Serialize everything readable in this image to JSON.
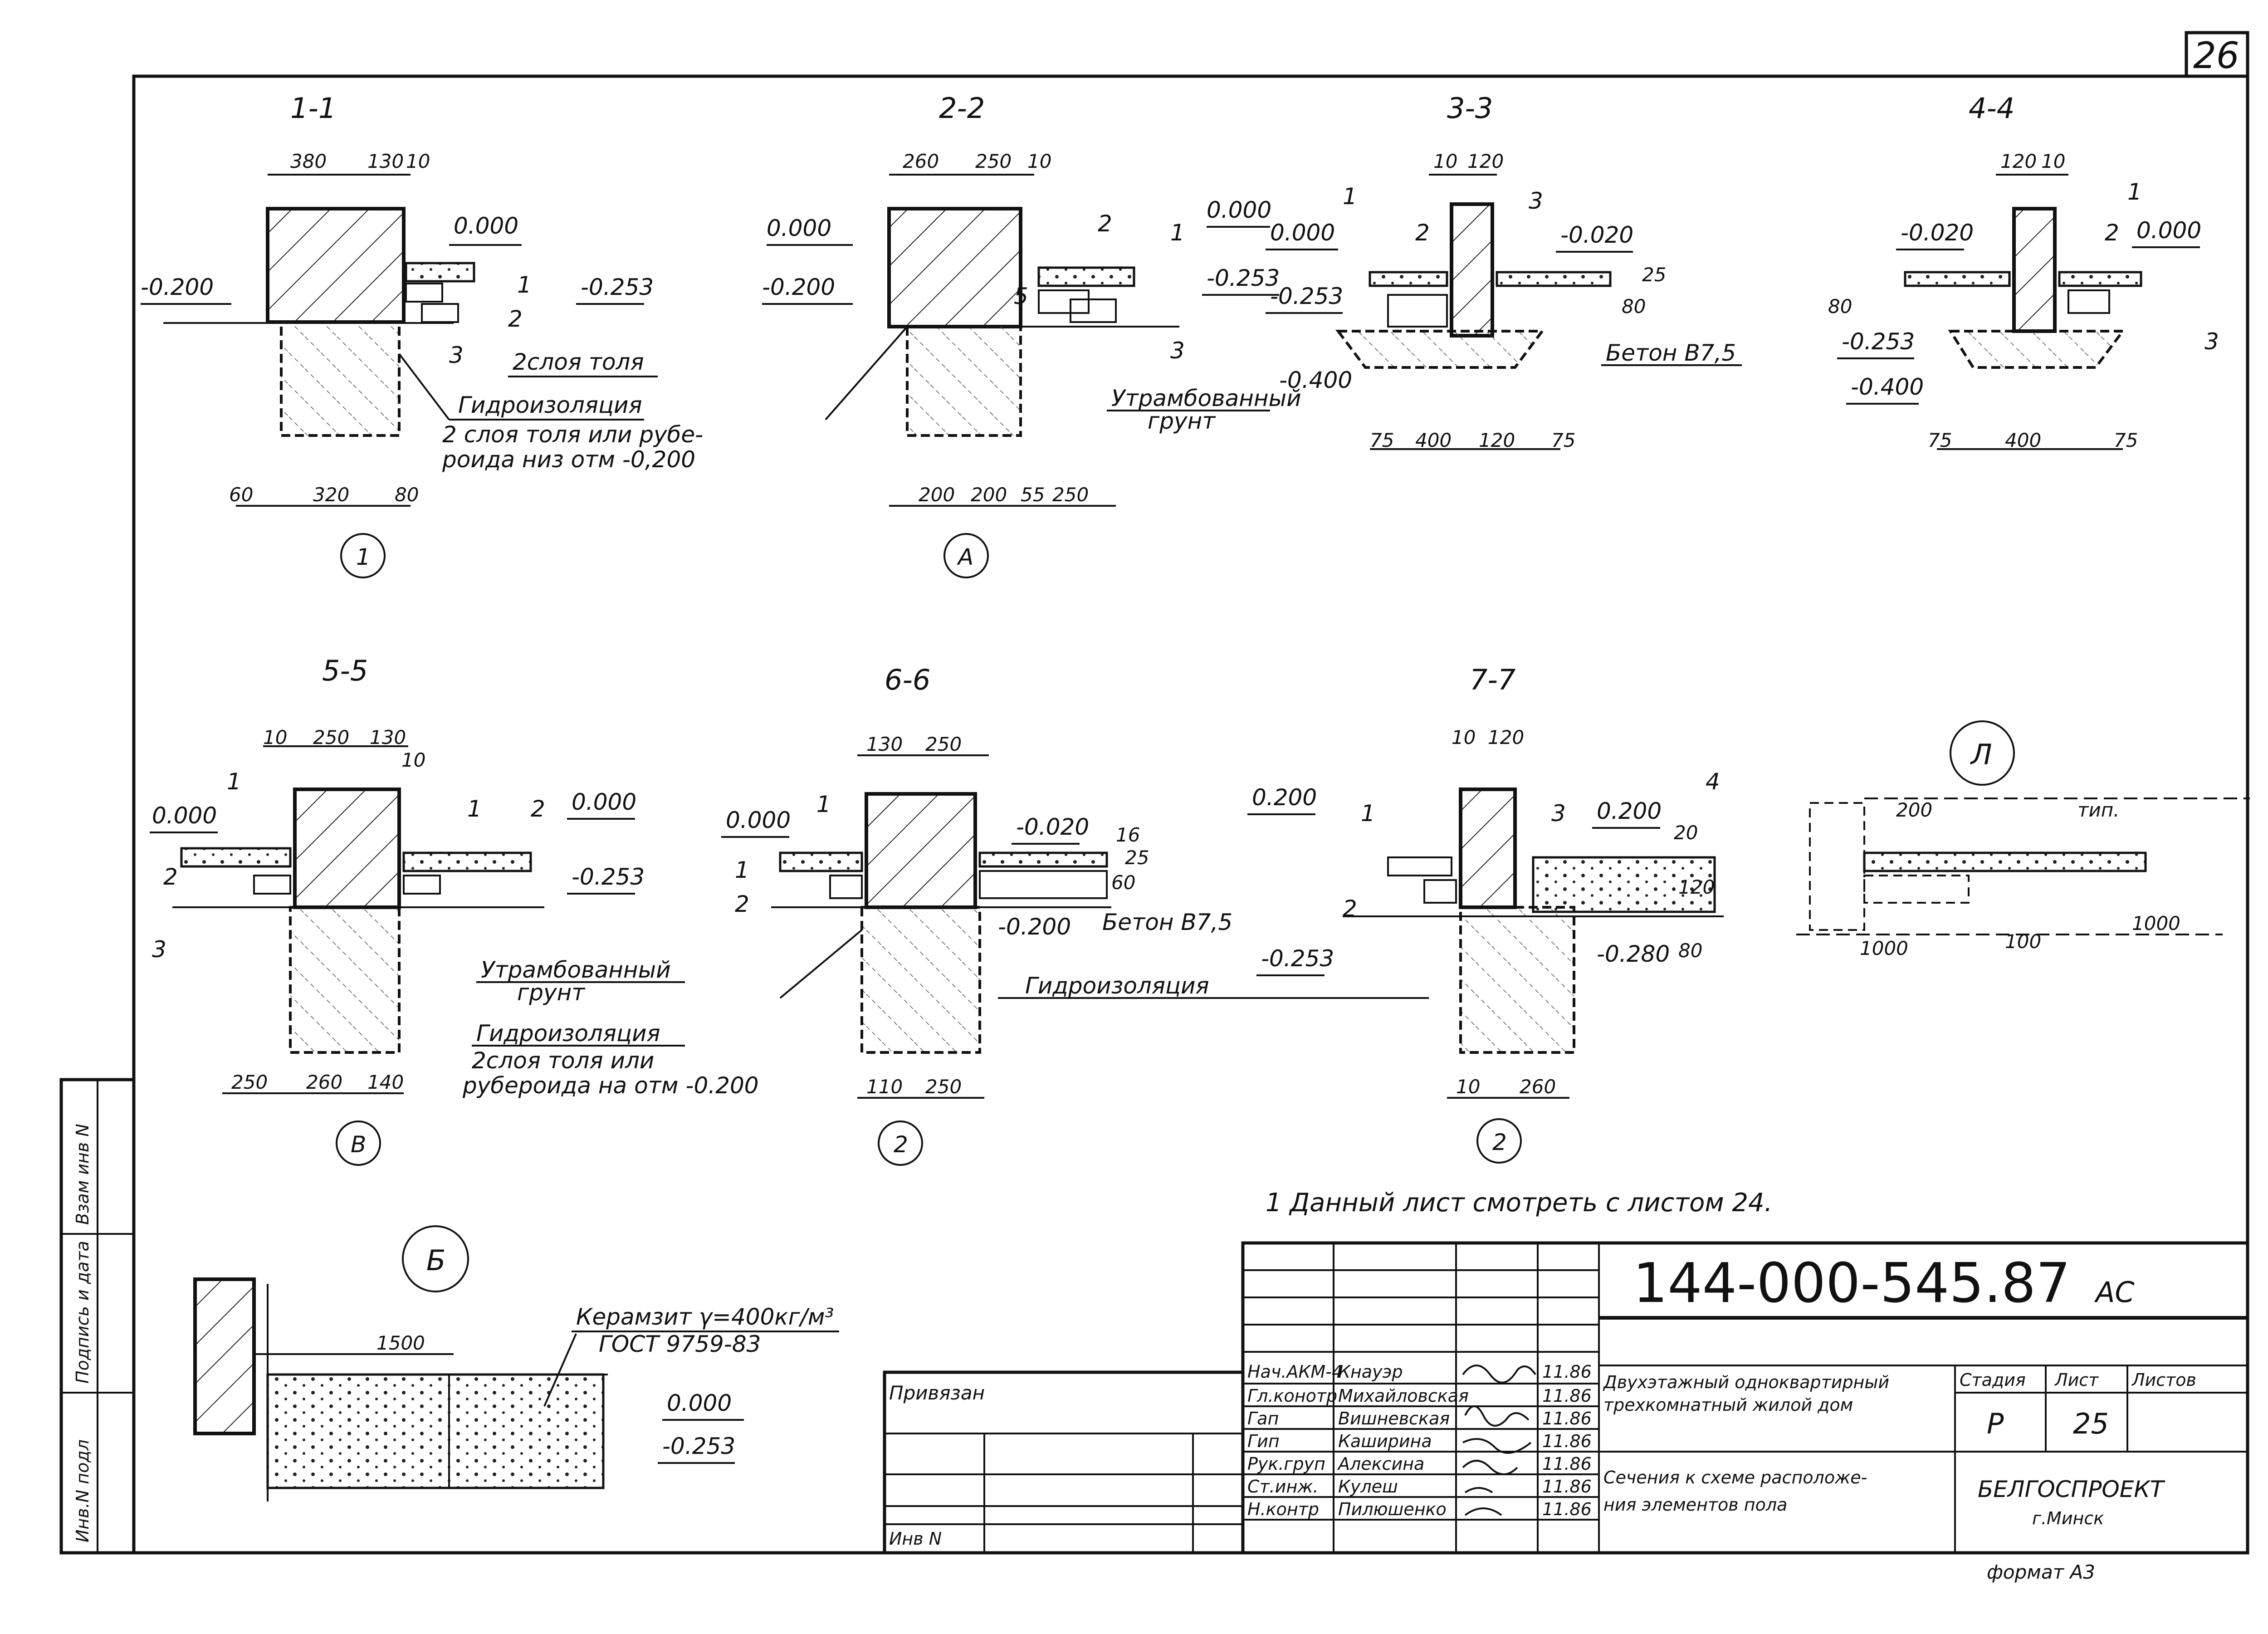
{
  "sheet_number": "26",
  "sections": [
    {
      "id": "s1",
      "title": "1-1",
      "axis": "1",
      "dims_top": [
        "380",
        "130",
        "10"
      ],
      "dims_bottom": [
        "60",
        "320",
        "80"
      ],
      "marks": [
        "0.000",
        "-0.200",
        "-0.253"
      ],
      "labels": [
        "1",
        "2",
        "3",
        "2слоя толя",
        "Гидроизоляция",
        "2 слоя толя или рубе-",
        "роида низ отм -0,200"
      ]
    },
    {
      "id": "s2",
      "title": "2-2",
      "axis": "A",
      "dims_top": [
        "260",
        "250",
        "10"
      ],
      "dims_bottom": [
        "200",
        "200",
        "55",
        "250"
      ],
      "marks": [
        "0.000",
        "-0.200",
        "-0.253",
        "-0.400"
      ],
      "labels": [
        "1",
        "2",
        "3",
        "5",
        "Утрамбованный",
        "грунт"
      ]
    },
    {
      "id": "s3",
      "title": "3-3",
      "dims_top": [
        "10",
        "120"
      ],
      "dims_bottom": [
        "75",
        "400",
        "120",
        "75"
      ],
      "marks": [
        "0.000",
        "0.000",
        "-0.020",
        "-0.253"
      ],
      "labels": [
        "1",
        "2",
        "3",
        "Бетон В7,5",
        "80",
        "25"
      ]
    },
    {
      "id": "s4",
      "title": "4-4",
      "dims_top": [
        "120",
        "10"
      ],
      "dims_bottom": [
        "75",
        "400",
        "75"
      ],
      "marks": [
        "-0.020",
        "0.000",
        "-0.253",
        "-0.400"
      ],
      "labels": [
        "1",
        "2",
        "3",
        "80"
      ]
    },
    {
      "id": "s5",
      "title": "5-5",
      "axis": "B",
      "dims_top": [
        "10",
        "250",
        "130",
        "10"
      ],
      "dims_bottom": [
        "250",
        "260",
        "140"
      ],
      "marks": [
        "0.000",
        "0.000",
        "-0.253"
      ],
      "labels": [
        "1",
        "2",
        "3",
        "1",
        "2",
        "Утрамбованный",
        "грунт",
        "Гидроизоляция",
        "2слоя толя или",
        "рубероида на отм -0.200"
      ]
    },
    {
      "id": "s6",
      "title": "6-6",
      "axis": "2",
      "dims_top": [
        "130",
        "250"
      ],
      "dims_bottom": [
        "110",
        "250"
      ],
      "marks": [
        "0.000",
        "-0.020",
        "-0.200"
      ],
      "labels": [
        "1",
        "1",
        "2",
        "Бетон В7,5",
        "Гидроизоляция",
        "16",
        "25",
        "60"
      ]
    },
    {
      "id": "s7",
      "title": "7-7",
      "axis": "2",
      "dims_top": [
        "10",
        "120"
      ],
      "dims_bottom": [
        "10",
        "260"
      ],
      "marks": [
        "0.200",
        "0.200",
        "-0.253",
        "-0.280"
      ],
      "labels": [
        "1",
        "2",
        "3",
        "4",
        "20",
        "120",
        "80"
      ]
    }
  ],
  "detail_L": {
    "title": "Л",
    "labels": [
      "200",
      "тип.",
      "1000",
      "100",
      "1000"
    ]
  },
  "detail_B": {
    "title": "Б",
    "dim": "1500",
    "material_1": "Керамзит γ=400кг/м³",
    "material_2": "ГОСТ 9759-83",
    "marks": [
      "0.000",
      "-0.253"
    ]
  },
  "note": "1 Данный лист смотреть с листом 24.",
  "left_strip": [
    "Инв.N подл",
    "Подпись и дата",
    "Взам инв N"
  ],
  "title_block": {
    "doc_number": "144-000-545.87",
    "doc_suffix": "АС",
    "privyazan": "Привязан",
    "inv_no": "Инв N",
    "staff": [
      {
        "role": "Нач.АКМ-4",
        "name": "Кнауэр",
        "date": "11.86"
      },
      {
        "role": "Гл.конотр",
        "name": "Михайловская",
        "date": "11.86"
      },
      {
        "role": "Гап",
        "name": "Вишневская",
        "date": "11.86"
      },
      {
        "role": "Гип",
        "name": "Каширина",
        "date": "11.86"
      },
      {
        "role": "Рук.груп",
        "name": "Алексина",
        "date": "11.86"
      },
      {
        "role": "Ст.инж.",
        "name": "Кулеш",
        "date": "11.86"
      },
      {
        "role": "Н.контр",
        "name": "Пилюшенко",
        "date": "11.86"
      }
    ],
    "project_title_1": "Двухэтажный одноквартирный",
    "project_title_2": "трехкомнатный жилой дом",
    "sheet_title_1": "Сечения к схеме расположе-",
    "sheet_title_2": "ния элементов пола",
    "stage_label": "Стадия",
    "sheet_label": "Лист",
    "sheets_label": "Листов",
    "stage": "Р",
    "sheet": "25",
    "org_1": "БЕЛГОСПРОЕКТ",
    "org_2": "г.Минск",
    "format": "формат А3"
  }
}
